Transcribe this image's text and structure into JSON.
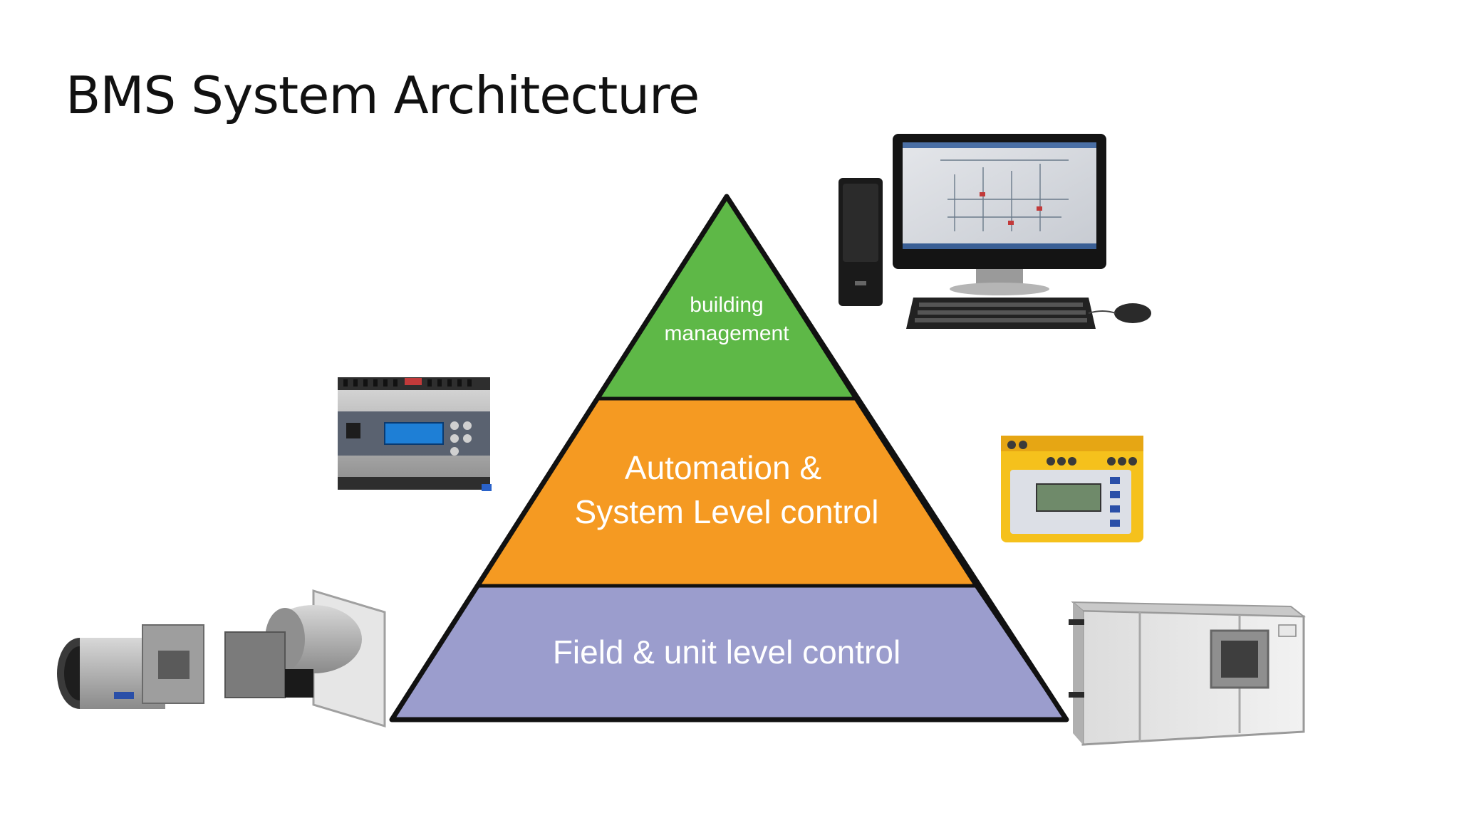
{
  "title": "BMS System Architecture",
  "pyramid": {
    "top_line1": "building",
    "top_line2": "management",
    "middle_line1": "Automation &",
    "middle_line2": "System Level control",
    "bottom": "Field & unit level control"
  },
  "colors": {
    "top": "#5eb847",
    "middle": "#f59a22",
    "bottom": "#9b9dcd",
    "outline": "#111111"
  },
  "icons": [
    "desktop-computer-icon",
    "din-rail-controller-icon",
    "yellow-controller-icon",
    "duct-damper-actuator-icon",
    "air-handling-unit-icon"
  ]
}
